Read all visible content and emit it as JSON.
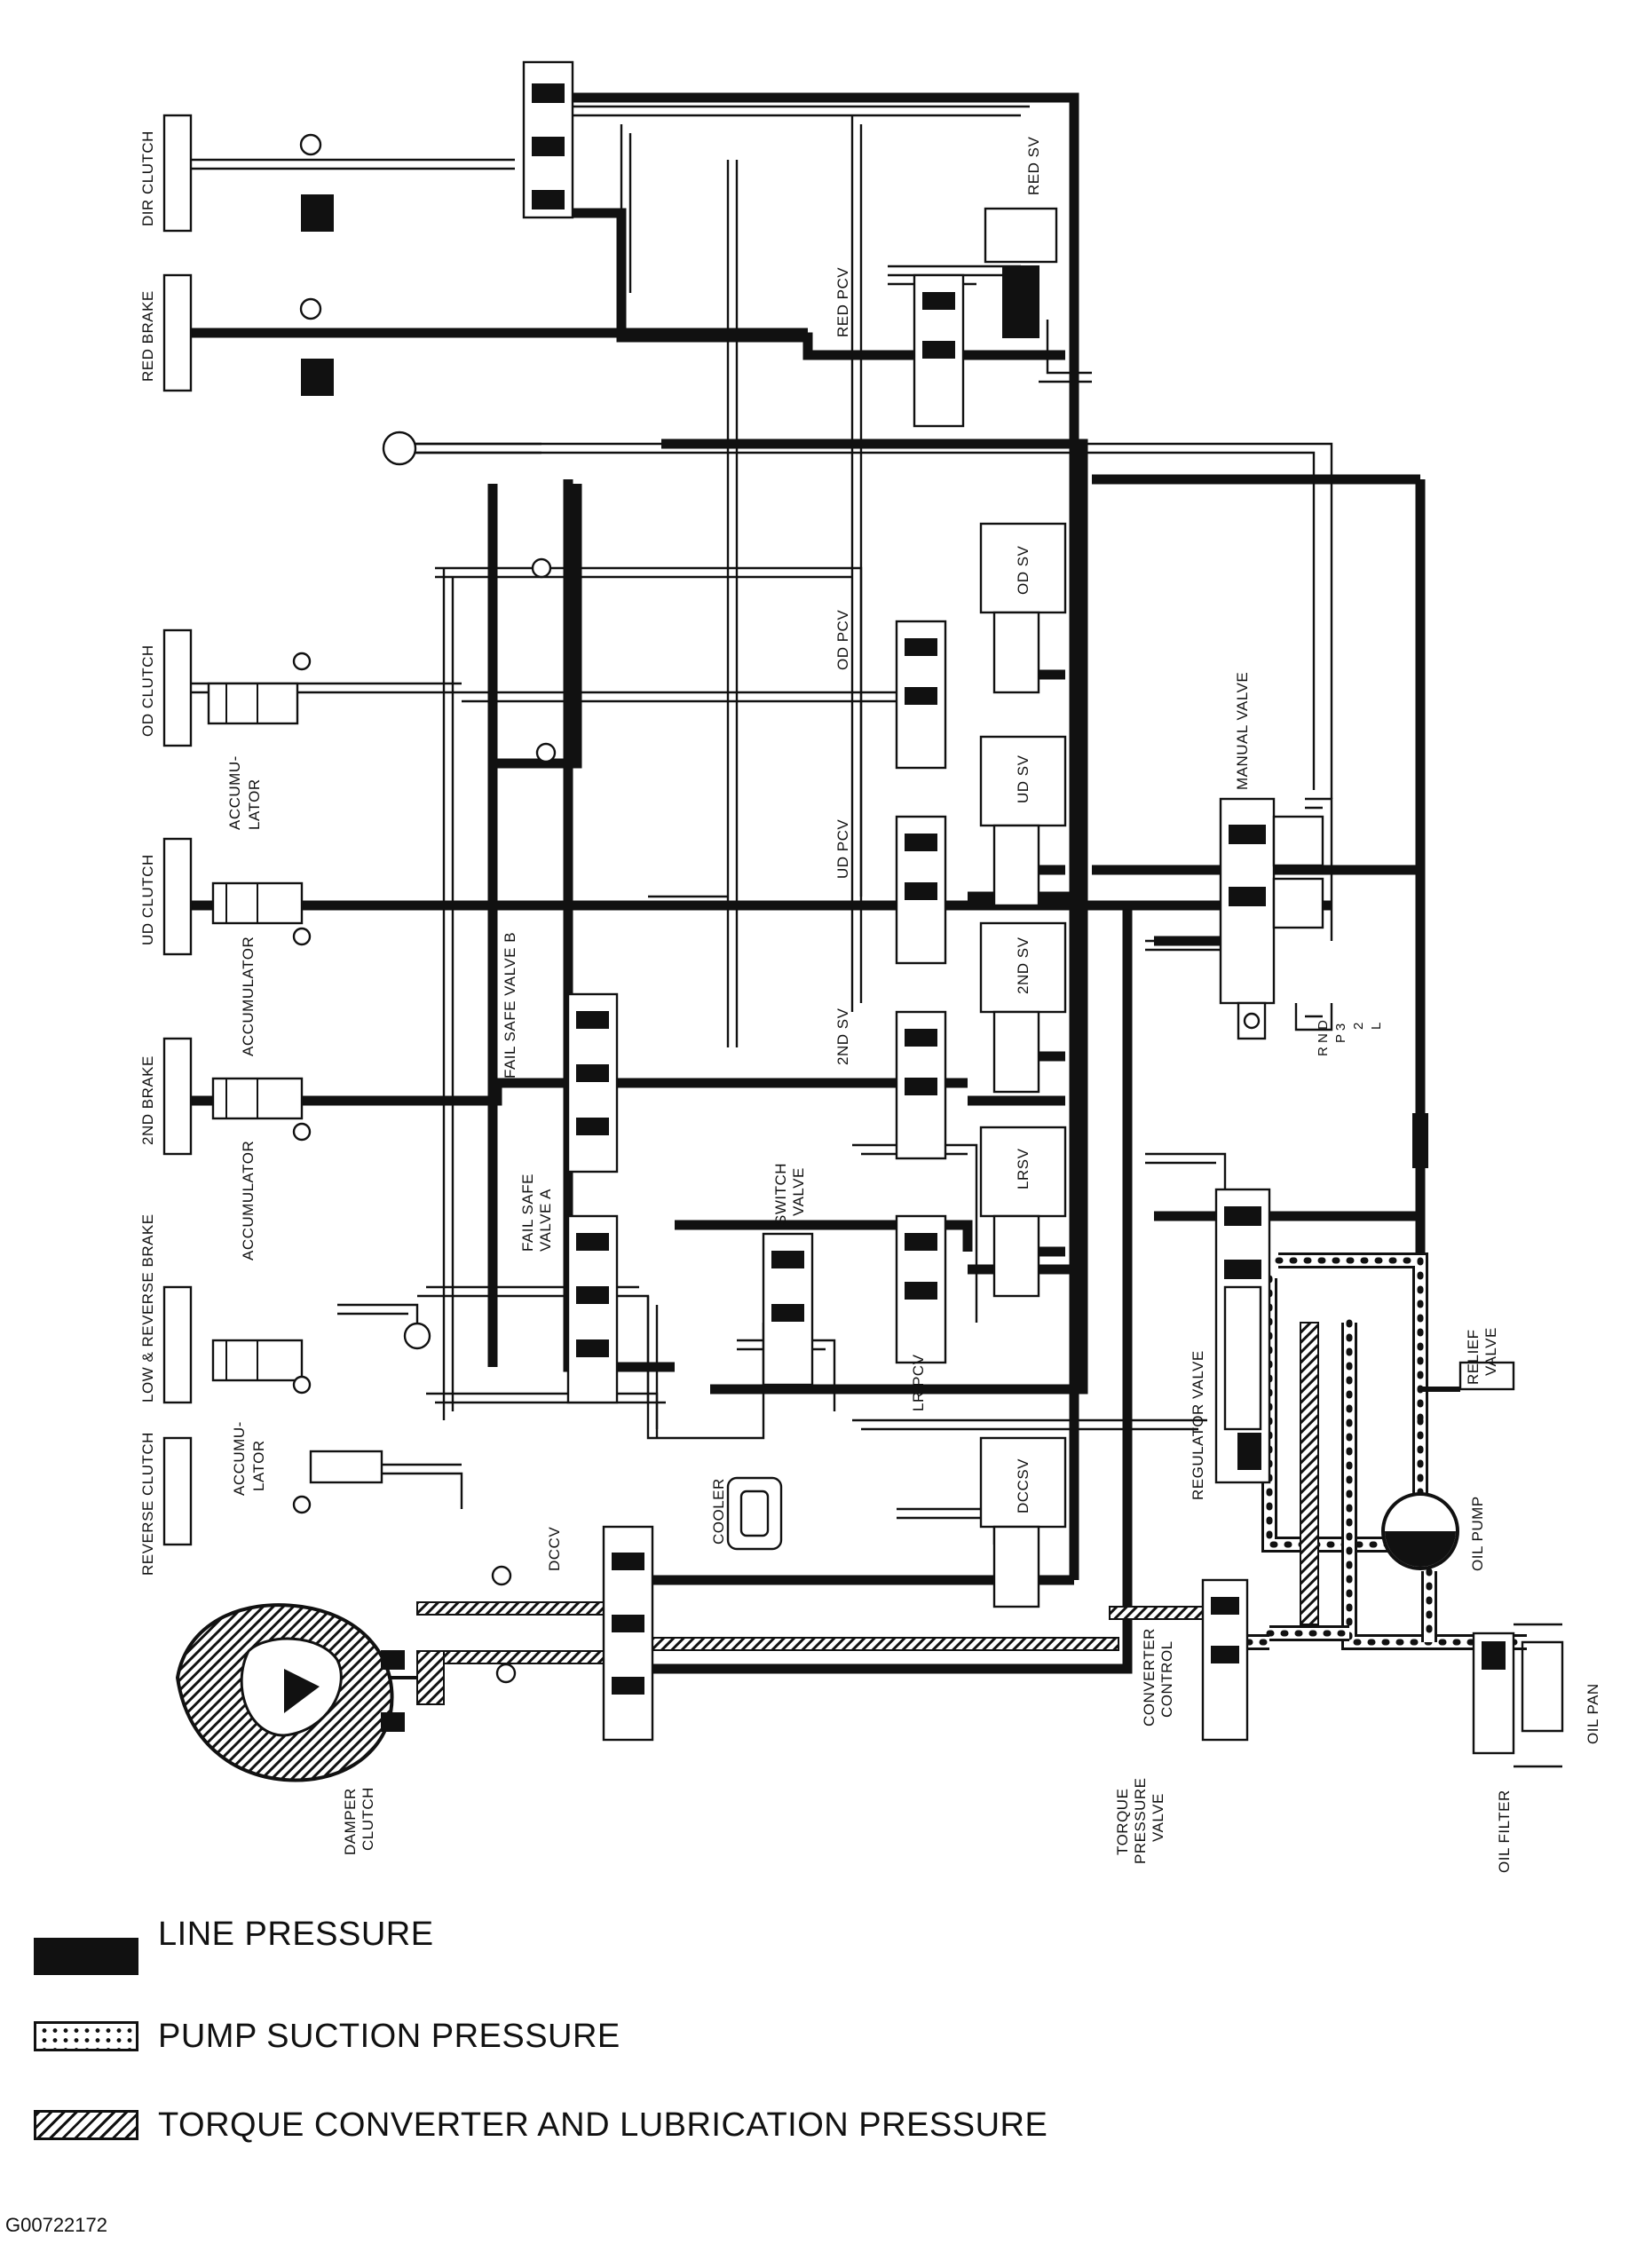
{
  "components": {
    "dir_clutch": "DIR CLUTCH",
    "red_brake": "RED BRAKE",
    "red_sv": "RED SV",
    "red_pcv": "RED PCV",
    "od_clutch": "OD CLUTCH",
    "accumulator_1": "ACCUMU-",
    "accumulator_1b": "LATOR",
    "od_pcv": "OD PCV",
    "od_sv": "OD SV",
    "ud_clutch": "UD CLUTCH",
    "accumulator_2": "ACCUMULATOR",
    "ud_pcv": "UD PCV",
    "ud_sv": "UD SV",
    "manual_valve": "MANUAL VALVE",
    "fail_safe_valve_b": "FAIL SAFE VALVE B",
    "second_brake": "2ND BRAKE",
    "accumulator_3": "ACCUMULATOR",
    "second_sv_label": "2ND SV",
    "second_sv": "2ND SV",
    "range_1": "R N D",
    "range_2": "P 3",
    "range_3": "2",
    "range_4": "L",
    "reverse_brake": "LOW & REVERSE BRAKE",
    "fail_safe_a_1": "FAIL SAFE",
    "fail_safe_a_2": "VALVE A",
    "switch_valve_1": "SWITCH",
    "switch_valve_2": "VALVE",
    "lrsv": "LRSV",
    "lr_pcv": "LR PCV",
    "relief_1": "RELIEF",
    "relief_2": "VALVE",
    "regulator_valve": "REGULATOR VALVE",
    "reverse_clutch": "REVERSE CLUTCH",
    "accumulator_4a": "ACCUMU-",
    "accumulator_4b": "LATOR",
    "cooler": "COOLER",
    "dccv": "DCCV",
    "dccsv": "DCCSV",
    "oil_pump": "OIL PUMP",
    "damper_1": "DAMPER",
    "damper_2": "CLUTCH",
    "converter_1": "CONVERTER",
    "converter_2": "CONTROL",
    "torque_1": "TORQUE",
    "torque_2": "PRESSURE",
    "torque_3": "VALVE",
    "oil_filter": "OIL FILTER",
    "oil_pan": "OIL PAN"
  },
  "legend": [
    {
      "label": "LINE PRESSURE",
      "pattern": "solid-black"
    },
    {
      "label": "PUMP SUCTION PRESSURE",
      "pattern": "dotted"
    },
    {
      "label": "TORQUE CONVERTER AND LUBRICATION PRESSURE",
      "pattern": "hatched"
    }
  ],
  "figure_code": "G00722172",
  "colors": {
    "ink": "#111111",
    "paper": "#ffffff"
  }
}
